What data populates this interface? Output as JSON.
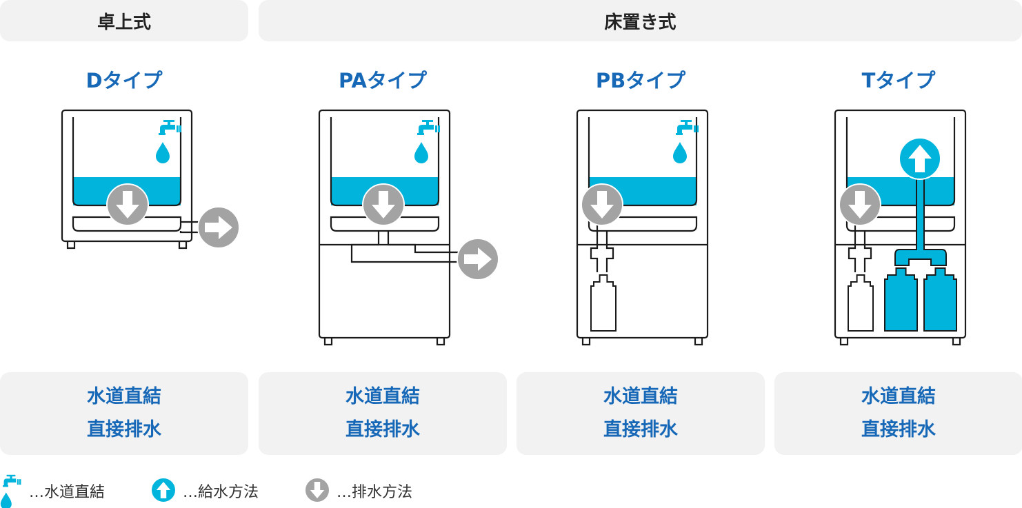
{
  "header": {
    "tabletop_label": "卓上式",
    "floor_label": "床置き式"
  },
  "types": [
    {
      "title": "Dタイプ",
      "lines": [
        "水道直結",
        "直接排水"
      ]
    },
    {
      "title": "PAタイプ",
      "lines": [
        "水道直結",
        "直接排水"
      ]
    },
    {
      "title": "PBタイプ",
      "lines": [
        "水道直結",
        "直接排水"
      ]
    },
    {
      "title": "Tタイプ",
      "lines": [
        "水道直結",
        "直接排水"
      ]
    }
  ],
  "legend": [
    {
      "icon": "faucet-icon",
      "label": "…水道直結"
    },
    {
      "icon": "supply-arrow-up-icon",
      "label": "…給水方法"
    },
    {
      "icon": "drain-arrow-down-icon",
      "label": "…排水方法"
    }
  ],
  "colors": {
    "text_blue": "#1769b8",
    "water": "#00b4dc",
    "arrow_gray": "#a3a3a3",
    "panel": "#f2f2f2"
  }
}
